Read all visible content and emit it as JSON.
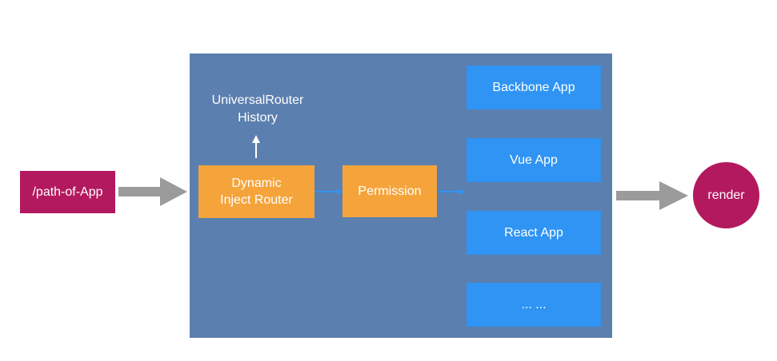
{
  "input": {
    "label": "/path-of-App"
  },
  "router": {
    "label_line1": "Dynamic",
    "label_line2": "Inject Router"
  },
  "history": {
    "line1": "UniversalRouter",
    "line2": "History"
  },
  "permission": {
    "label": "Permission"
  },
  "apps": [
    {
      "label": "Backbone App"
    },
    {
      "label": "Vue App"
    },
    {
      "label": "React App"
    },
    {
      "label": "... ..."
    }
  ],
  "output": {
    "label": "render"
  },
  "colors": {
    "magenta": "#b3195e",
    "orange": "#f5a43b",
    "app_blue": "#2f94f3",
    "container_blue": "#5b7fae",
    "arrow_gray": "#9b9b9b",
    "connector_blue": "#2f94f3"
  }
}
